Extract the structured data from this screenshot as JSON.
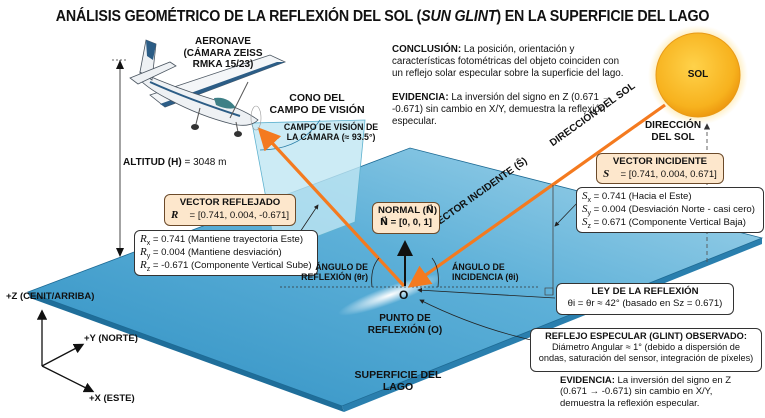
{
  "title": {
    "prefix": "ANÁLISIS GEOMÉTRICO DE LA REFLEXIÓN DEL SOL (",
    "italic": "SUN GLINT",
    "suffix": ") EN LA SUPERFICIE DEL LAGO"
  },
  "aircraft": {
    "line1": "AERONAVE",
    "line2": "(CÁMARA ZEISS",
    "line3": "RMKA 15/23)"
  },
  "altitude": {
    "label": "ALTITUD (H)",
    "value": "= 3048 m"
  },
  "cone": {
    "line1": "CONO DEL",
    "line2": "CAMPO DE VISIÓN",
    "fov_line1": "CAMPO DE VISIÓN DE",
    "fov_line2": "LA CÁMARA (≈ 93.5°)"
  },
  "conclusion": {
    "label": "CONCLUSIÓN:",
    "text": " La posición, orientación y características fotométricas del objeto coinciden con un reflejo solar especular sobre la superficie del lago."
  },
  "evidence_top": {
    "label": "EVIDENCIA:",
    "text": " La inversión del signo en Z (0.671 → -0.671) sin cambio en X/Y, demuestra la reflexión especular."
  },
  "sun": {
    "label": "SOL",
    "direction_line1": "DIRECCIÓN",
    "direction_line2": "DEL SOL",
    "color": "#f6b21f"
  },
  "incident_ray": {
    "label1": "VECTOR INCIDENTE (Ŝ)",
    "label2": "DIRECCIÓN DEL SOL",
    "color": "#f47a1f"
  },
  "vector_incident": {
    "title": "VECTOR INCIDENTE",
    "symbol": "S⃗",
    "value": "= [0.741, 0.004, 0.671]",
    "components": [
      {
        "sym": "S",
        "sub": "x",
        "text": " = 0.741 (Hacia el Este)"
      },
      {
        "sym": "S",
        "sub": "y",
        "text": " = 0.004 (Desviación Norte - casi cero)"
      },
      {
        "sym": "S",
        "sub": "z",
        "text": " = 0.671 (Componente Vertical Baja)"
      }
    ]
  },
  "vector_reflected": {
    "title": "VECTOR REFLEJADO",
    "symbol": "R⃗",
    "value": "= [0.741, 0.004, -0.671]",
    "components": [
      {
        "sym": "R",
        "sub": "x",
        "text": " = 0.741 (Mantiene trayectoria Este)"
      },
      {
        "sym": "R",
        "sub": "y",
        "text": " = 0.004 (Mantiene desviación)"
      },
      {
        "sym": "R",
        "sub": "z",
        "text": " = -0.671 (Componente Vertical Sube)"
      }
    ]
  },
  "normal": {
    "title": "NORMAL (N⃗)",
    "value": "N⃗ = [0, 0, 1]"
  },
  "angles": {
    "reflection_line1": "ÁNGULO DE",
    "reflection_line2": "REFLEXIÓN (θr)",
    "incidence_line1": "ÁNGULO DE",
    "incidence_line2": "INCIDENCIA (θi)"
  },
  "origin": {
    "label": "O",
    "caption_line1": "PUNTO DE",
    "caption_line2": "REFLEXIÓN (O)"
  },
  "law": {
    "title": "LEY DE LA REFLEXIÓN",
    "formula": "θi = θr ≈ 42° (basado en Sz = 0.671)"
  },
  "glint": {
    "title": "REFLEJO ESPECULAR (GLINT) OBSERVADO:",
    "line1": "Diámetro Angular ≈ 1° (debido a dispersión de",
    "line2": "ondas, saturación del sensor, integración de píxeles)"
  },
  "evidence_bottom": {
    "label": "EVIDENCIA:",
    "line1": " La inversión del signo en Z",
    "line2": "(0.671 → -0.671) sin cambio en X/Y,",
    "line3": "demuestra la reflexión especular."
  },
  "lake": {
    "line1": "SUPERFICIE DEL",
    "line2": "LAGO",
    "color": "#4aa3cf"
  },
  "axes": {
    "z": "+Z (CENIT/ARRIBA)",
    "y": "+Y (NORTE)",
    "x": "+X (ESTE)"
  }
}
